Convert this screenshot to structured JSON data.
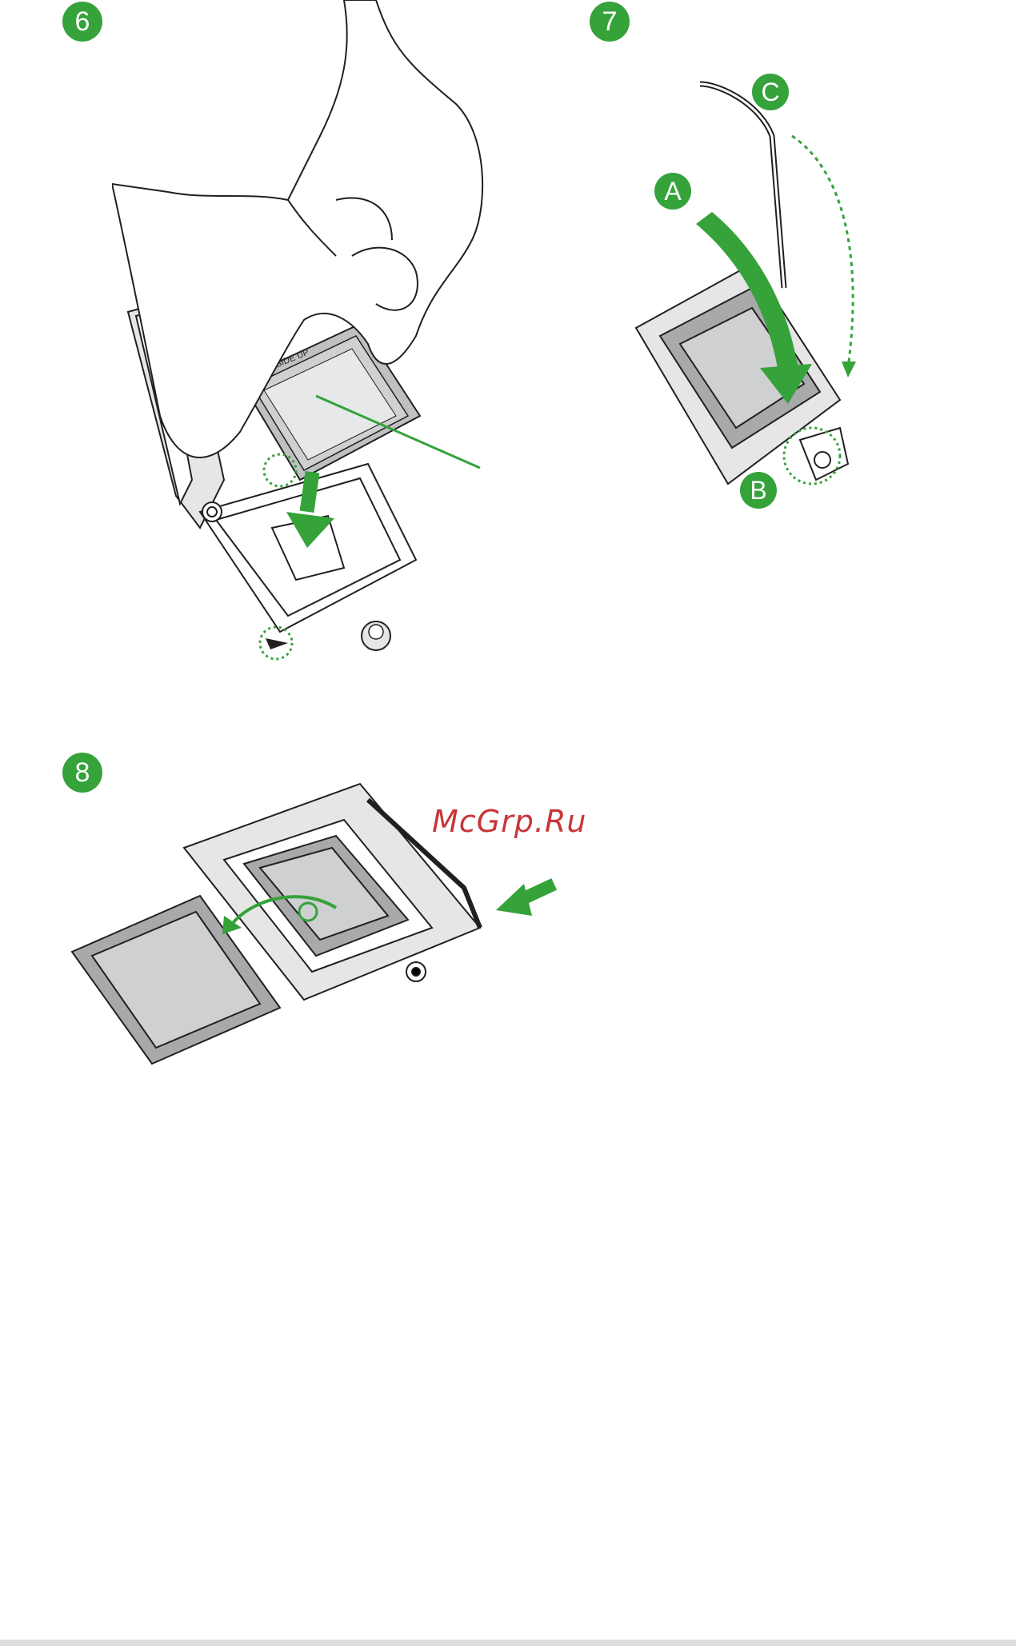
{
  "steps": [
    {
      "number": "6"
    },
    {
      "number": "7"
    },
    {
      "number": "8"
    }
  ],
  "figure6": {
    "chip_label": "THIS SIDE UP"
  },
  "figure7": {
    "callouts": [
      "A",
      "B",
      "C"
    ]
  },
  "watermark": "McGrp.Ru",
  "colors": {
    "accent_green": "#35a23a",
    "line": "#231f20",
    "cover_gray": "#a8a9ab",
    "chip_gray": "#cfd0d2",
    "watermark_red": "#c8363a"
  }
}
